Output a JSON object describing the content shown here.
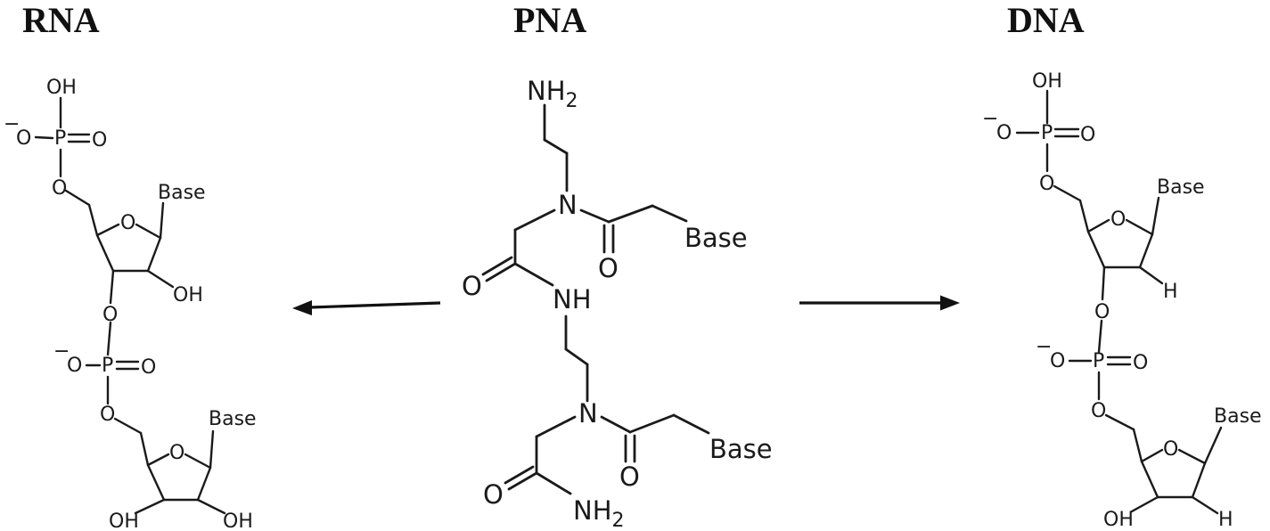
{
  "titles": {
    "rna": "RNA",
    "pna": "PNA",
    "dna": "DNA"
  },
  "rna": {
    "oh_top": "OH",
    "o_minus_1": "O",
    "charge_1": "−",
    "p_1": "P",
    "o_double_1": "O",
    "o_link_1": "O",
    "ring_o_1": "O",
    "base_1": "Base",
    "oh_2prime_1": "OH",
    "o_3prime_1": "O",
    "o_minus_2": "O",
    "charge_2": "−",
    "p_2": "P",
    "o_double_2": "O",
    "o_link_2": "O",
    "ring_o_2": "O",
    "base_2": "Base",
    "oh_3prime_2": "OH",
    "oh_2prime_2": "OH"
  },
  "pna": {
    "nh2_top_n": "NH",
    "nh2_top_sub": "2",
    "n_1": "N",
    "o_1": "O",
    "base_1": "Base",
    "o_2": "O",
    "nh": "NH",
    "n_2": "N",
    "o_3": "O",
    "base_2": "Base",
    "o_4": "O",
    "nh2_bottom_n": "NH",
    "nh2_bottom_sub": "2"
  },
  "dna": {
    "oh_top": "OH",
    "o_minus_1": "O",
    "charge_1": "−",
    "p_1": "P",
    "o_double_1": "O",
    "o_link_1": "O",
    "ring_o_1": "O",
    "base_1": "Base",
    "h_2prime_1": "H",
    "o_3prime_1": "O",
    "o_minus_2": "O",
    "charge_2": "−",
    "p_2": "P",
    "o_double_2": "O",
    "o_link_2": "O",
    "ring_o_2": "O",
    "base_2": "Base",
    "oh_3prime_2": "OH",
    "h_2prime_2": "H"
  },
  "arrows": {
    "left_direction": "toward RNA",
    "right_direction": "toward DNA"
  }
}
